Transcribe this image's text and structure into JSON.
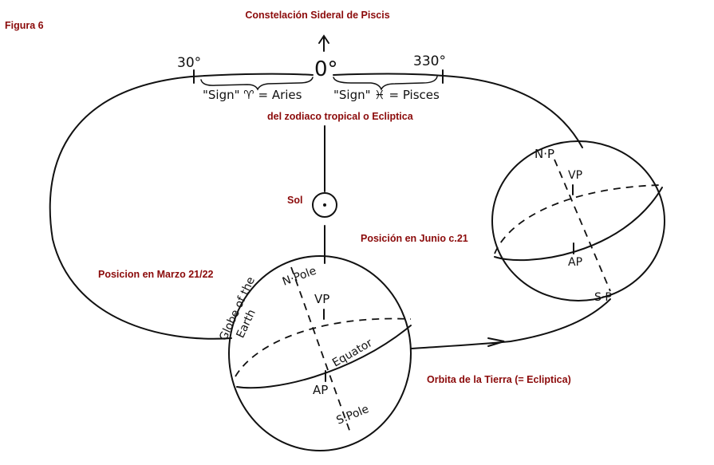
{
  "figure_label": "Figura 6",
  "title": "Constelación Sideral de Piscis",
  "subtitle": "del zodiaco tropical o Ecliptica",
  "labels": {
    "sun": "Sol",
    "june": "Posición en Junio c.21",
    "march": "Posicion en Marzo 21/22",
    "orbit": "Orbita de la Tierra (= Ecliptica)"
  },
  "handwritten": {
    "deg30": "30°",
    "deg0": "0°",
    "deg330": "330°",
    "aries": "\"Sign\" ♈ = Aries",
    "pisces": "\"Sign\" ♓ = Pisces",
    "globe_line1": "Globe of the",
    "globe_line2": "Earth",
    "north_pole": "N·Pole",
    "vp": "VP",
    "equator": "Equator",
    "ap": "AP",
    "south_pole": "S.Pole",
    "np_short": "N·P",
    "sp_short": "S·P"
  }
}
